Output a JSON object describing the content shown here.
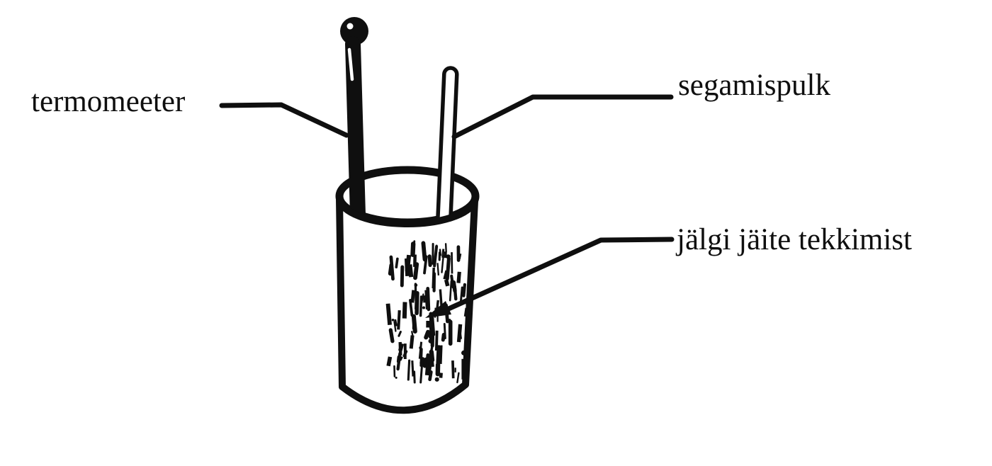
{
  "figure": {
    "background_color": "#ffffff",
    "ink_color": "#0f0f0f",
    "labels": {
      "thermometer": "termomeeter",
      "stirring_rod": "segamispulk",
      "frost_note": "jälgi jäite tekkimist"
    }
  }
}
